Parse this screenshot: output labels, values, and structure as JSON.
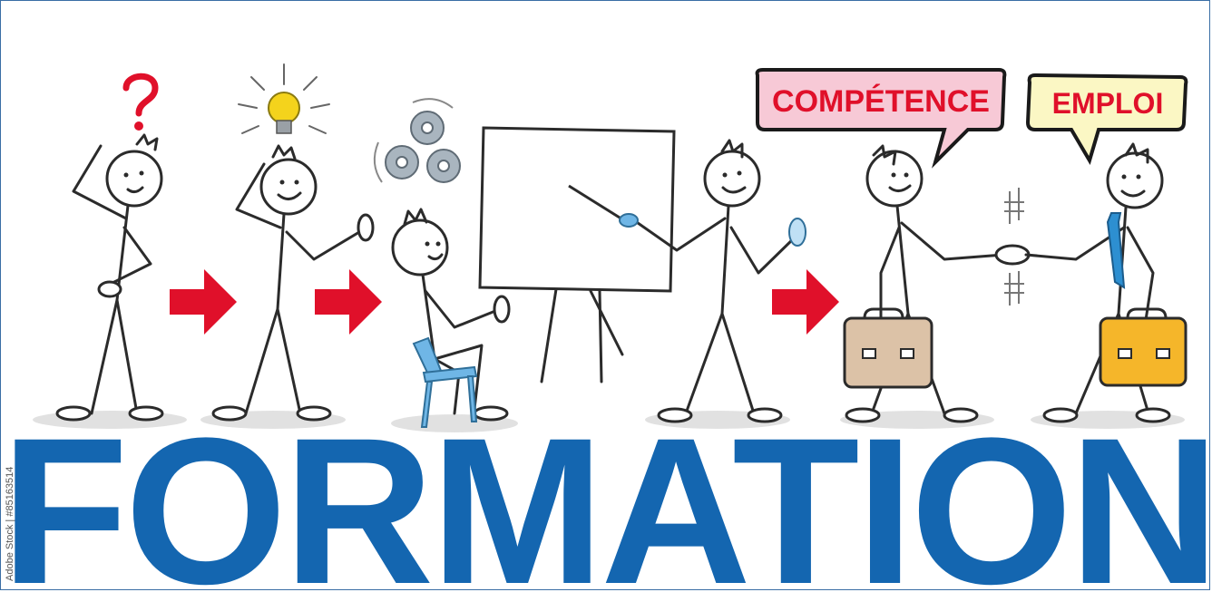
{
  "title": "FORMATION",
  "bubbles": {
    "left": "COMPÉTENCE",
    "right": "EMPLOI"
  },
  "side_id": "Adobe Stock | #85163514",
  "colors": {
    "title_blue": "#1466b0",
    "arrow_red": "#e0102a",
    "bubble_left_fill": "#f7c9d6",
    "bubble_right_fill": "#fbf7c4",
    "bulb": "#f4d31c",
    "chair": "#6fb6e6",
    "tie": "#2d8fd1",
    "briefcase_left": "#dcc2a7",
    "briefcase_right": "#f5b62a",
    "gear": "#a9b5bf"
  },
  "icons": [
    "question-mark-icon",
    "light-bulb-icon",
    "gears-icon",
    "arrow-right-icon",
    "briefcase-icon",
    "tie-icon",
    "chair-icon",
    "whiteboard-icon"
  ]
}
